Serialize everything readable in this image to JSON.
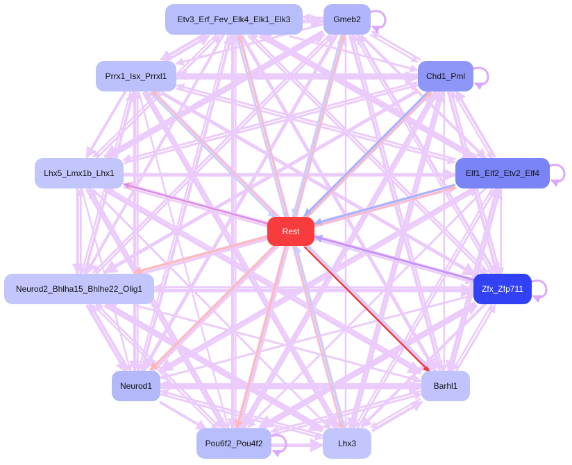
{
  "colors": {
    "default_edge": "#ebcbfb",
    "activating": "#f03a3c",
    "activating_light": "#ffb8b8",
    "repressing": "#a8b2fa",
    "repressing_light": "#c8cffc",
    "strong_other": "#d488fa"
  },
  "nodes": [
    {
      "id": "etv3",
      "label": "Etv3_Erf_Fev_Elk4_Elk1_Elk3",
      "fill": "#b8bdfc",
      "text": "#111111"
    },
    {
      "id": "gmeb2",
      "label": "Gmeb2",
      "fill": "#b0b5fc",
      "text": "#111111"
    },
    {
      "id": "prrx1",
      "label": "Prrx1_Isx_Prrxl1",
      "fill": "#bcc0fc",
      "text": "#111111"
    },
    {
      "id": "chd1",
      "label": "Chd1_Pml",
      "fill": "#8e97f8",
      "text": "#111111"
    },
    {
      "id": "lhx5",
      "label": "Lhx5_Lmx1b_Lhx1",
      "fill": "#c3c6fc",
      "text": "#111111"
    },
    {
      "id": "elf1",
      "label": "Elf1_Elf2_Etv2_Elf4",
      "fill": "#7a84f6",
      "text": "#111111"
    },
    {
      "id": "rest",
      "label": "Rest",
      "fill": "#f83c3e",
      "text": "#ffffff"
    },
    {
      "id": "neurod2",
      "label": "Neurod2_Bhlha15_Bhlhe22_Olig1",
      "fill": "#c3c6fc",
      "text": "#111111"
    },
    {
      "id": "zfx",
      "label": "Zfx_Zfp711",
      "fill": "#3341f4",
      "text": "#ffffff"
    },
    {
      "id": "neurod1",
      "label": "Neurod1",
      "fill": "#b3b8fa",
      "text": "#111111"
    },
    {
      "id": "barhl1",
      "label": "Barhl1",
      "fill": "#c0c3fc",
      "text": "#111111"
    },
    {
      "id": "pou6f2",
      "label": "Pou6f2_Pou4f2",
      "fill": "#b8bdfc",
      "text": "#111111"
    },
    {
      "id": "lhx3",
      "label": "Lhx3",
      "fill": "#c3c6fc",
      "text": "#111111"
    }
  ],
  "fully_connected_group": [
    "etv3",
    "gmeb2",
    "prrx1",
    "chd1",
    "lhx5",
    "elf1",
    "neurod2",
    "zfx",
    "neurod1",
    "barhl1",
    "pou6f2",
    "lhx3"
  ],
  "self_loops": [
    "gmeb2",
    "chd1",
    "elf1",
    "zfx",
    "pou6f2"
  ],
  "special_edges": [
    {
      "from": "rest",
      "to": "barhl1",
      "color": "activating",
      "weight": 2.5
    },
    {
      "from": "barhl1",
      "to": "rest",
      "color": "repressing_light",
      "weight": 2
    },
    {
      "from": "zfx",
      "to": "rest",
      "color": "repressing",
      "weight": 3
    },
    {
      "from": "elf1",
      "to": "rest",
      "color": "repressing",
      "weight": 3
    },
    {
      "from": "rest",
      "to": "elf1",
      "color": "activating_light",
      "weight": 2
    },
    {
      "from": "chd1",
      "to": "rest",
      "color": "repressing",
      "weight": 3
    },
    {
      "from": "rest",
      "to": "chd1",
      "color": "activating_light",
      "weight": 2
    },
    {
      "from": "gmeb2",
      "to": "rest",
      "color": "repressing_light",
      "weight": 3
    },
    {
      "from": "rest",
      "to": "gmeb2",
      "color": "activating_light",
      "weight": 2
    },
    {
      "from": "etv3",
      "to": "rest",
      "color": "repressing_light",
      "weight": 2
    },
    {
      "from": "rest",
      "to": "etv3",
      "color": "activating_light",
      "weight": 2
    },
    {
      "from": "prrx1",
      "to": "rest",
      "color": "repressing_light",
      "weight": 3
    },
    {
      "from": "rest",
      "to": "prrx1",
      "color": "activating_light",
      "weight": 2
    },
    {
      "from": "rest",
      "to": "lhx5",
      "color": "activating_light",
      "weight": 3
    },
    {
      "from": "rest",
      "to": "neurod2",
      "color": "activating_light",
      "weight": 3
    },
    {
      "from": "rest",
      "to": "neurod1",
      "color": "activating_light",
      "weight": 3
    },
    {
      "from": "rest",
      "to": "pou6f2",
      "color": "activating_light",
      "weight": 3
    },
    {
      "from": "rest",
      "to": "lhx3",
      "color": "activating_light",
      "weight": 2
    },
    {
      "from": "lhx3",
      "to": "rest",
      "color": "repressing_light",
      "weight": 3
    },
    {
      "from": "zfx",
      "to": "lhx5",
      "color": "strong_other",
      "weight": 2
    }
  ]
}
